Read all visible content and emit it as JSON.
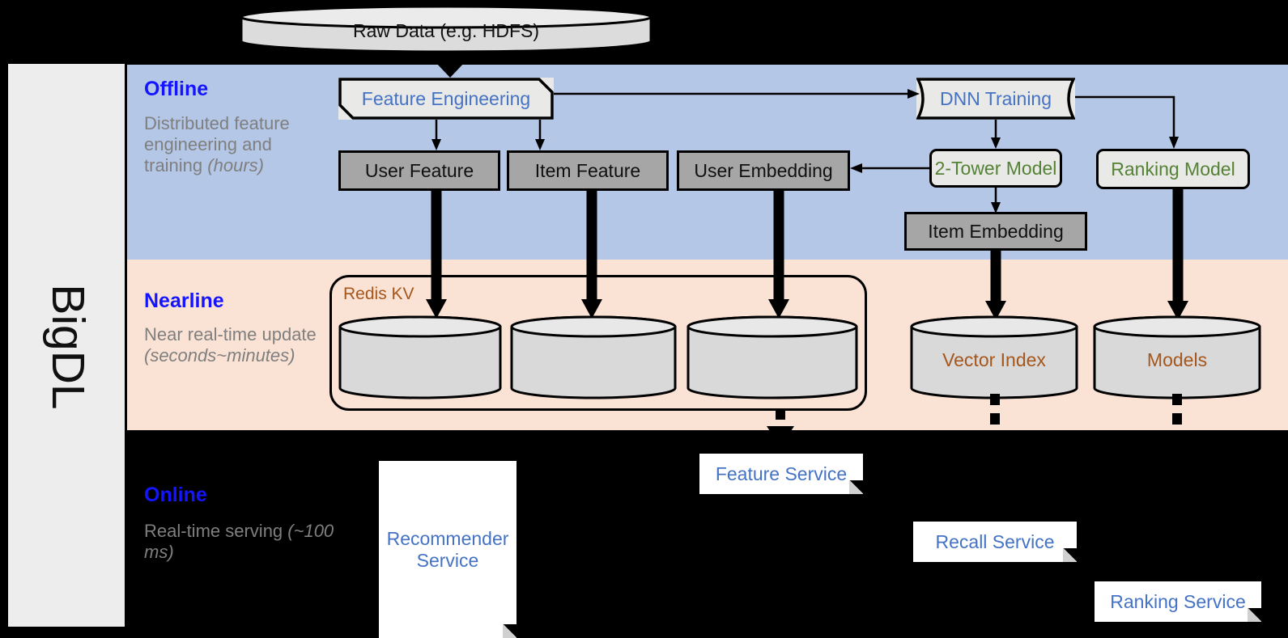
{
  "framework": {
    "name": "BigDL"
  },
  "source": {
    "label": "Raw Data (e.g. HDFS)"
  },
  "stages": [
    {
      "id": "offline",
      "title": "Offline",
      "description": "Distributed feature engineering and training ",
      "description_em": "(hours)",
      "band_color": "#b4c7e7"
    },
    {
      "id": "nearline",
      "title": "Nearline",
      "description": "Near real-time update ",
      "description_em": "(seconds~minutes)",
      "band_color": "#fae3d5"
    },
    {
      "id": "online",
      "title": "Online",
      "description": "Real-time serving ",
      "description_em": "(~100 ms)",
      "band_color": "#000000"
    }
  ],
  "offline": {
    "feature_engineering": "Feature Engineering",
    "dnn_training": "DNN Training",
    "user_feature": "User Feature",
    "item_feature": "Item Feature",
    "user_embedding": "User Embedding",
    "two_tower_model": "2-Tower Model",
    "ranking_model": "Ranking Model",
    "item_embedding": "Item Embedding"
  },
  "nearline": {
    "redis_group": "Redis KV",
    "store_user_feature": "",
    "store_item_feature": "",
    "store_user_embedding": "",
    "vector_index": "Vector Index",
    "models": "Models"
  },
  "online": {
    "recommender_service": "Recommender Service",
    "feature_service": "Feature Service",
    "recall_service": "Recall Service",
    "ranking_service": "Ranking Service"
  },
  "colors": {
    "offline_band": "#b4c7e7",
    "nearline_band": "#fae3d5",
    "online_band": "#000000",
    "accent_blue": "#1414ff",
    "model_green": "#548235",
    "node_blue": "#4472c4",
    "store_brown": "#a5561b",
    "grey_fill": "#a6a6a6",
    "light_fill": "#e9e9e7"
  }
}
